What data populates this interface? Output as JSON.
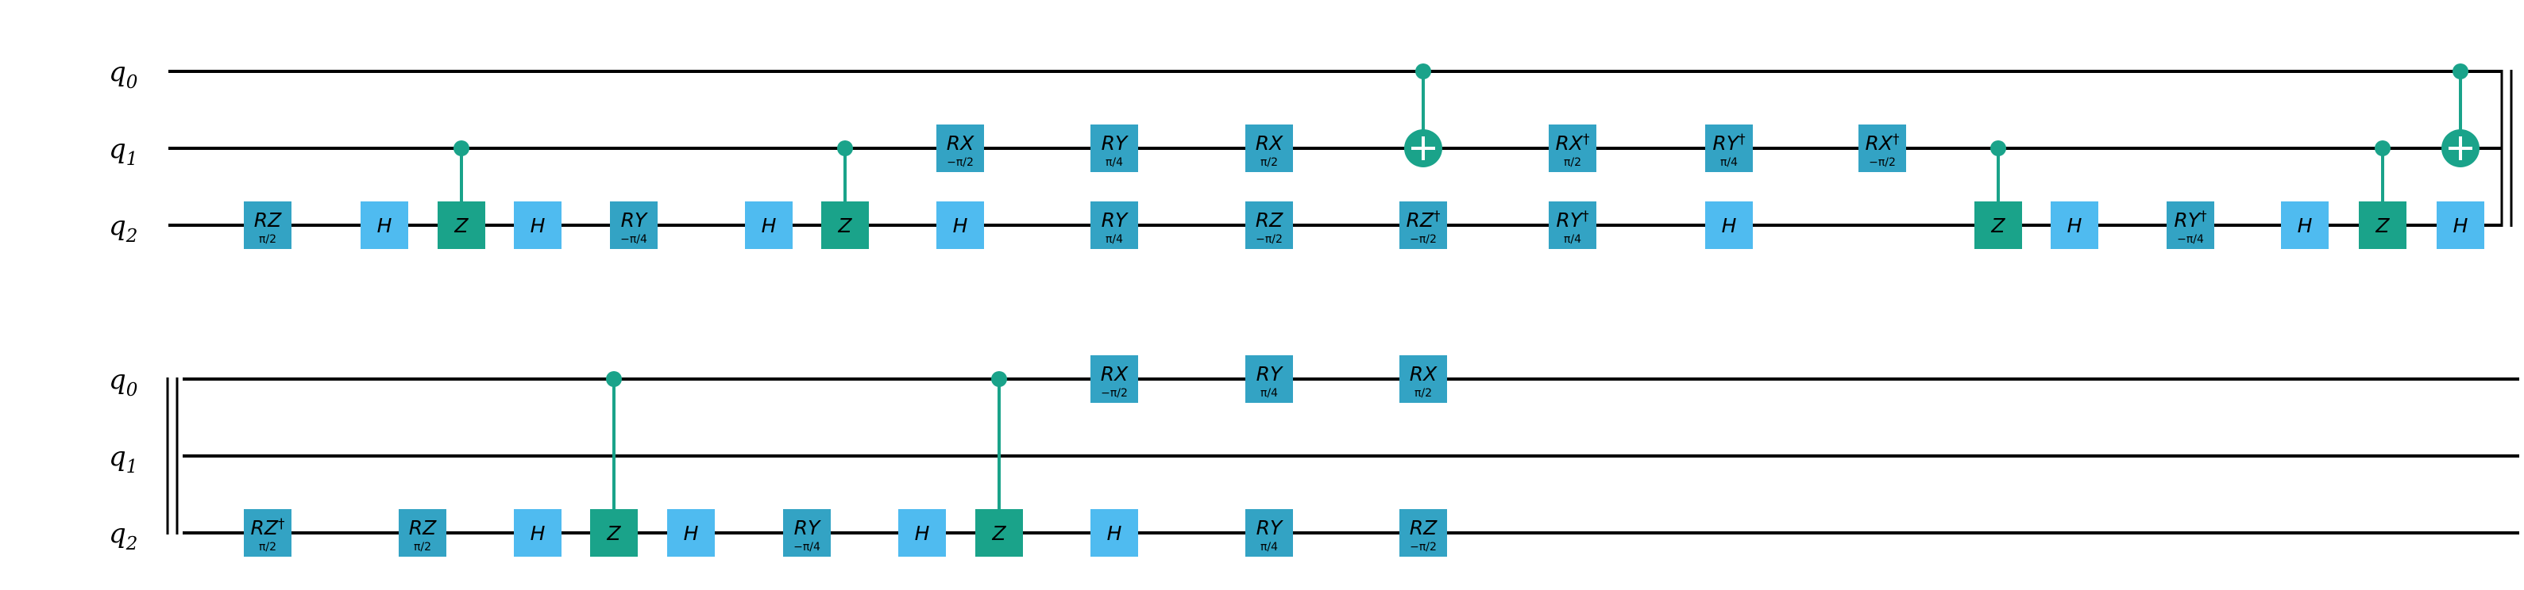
{
  "colors": {
    "rot": "#33a3c4",
    "h": "#4fbbf0",
    "ctrl": "#1aa38a",
    "wire": "#000000"
  },
  "qubits": [
    "q0",
    "q1",
    "q2"
  ],
  "rows": [
    {
      "gates": [
        {
          "type": "rot",
          "name": "RZ",
          "param": "π/2",
          "qubit": 2,
          "col": 0
        },
        {
          "type": "h",
          "name": "H",
          "qubit": 2,
          "col": 1
        },
        {
          "type": "cz",
          "name": "Z",
          "control": 1,
          "target": 2,
          "col": 2
        },
        {
          "type": "h",
          "name": "H",
          "qubit": 2,
          "col": 3
        },
        {
          "type": "rot",
          "name": "RY",
          "param": "−π/4",
          "qubit": 2,
          "col": 4
        },
        {
          "type": "h",
          "name": "H",
          "qubit": 2,
          "col": 5
        },
        {
          "type": "cz",
          "name": "Z",
          "control": 1,
          "target": 2,
          "col": 6
        },
        {
          "type": "rot",
          "name": "RX",
          "param": "−π/2",
          "qubit": 1,
          "col": 7
        },
        {
          "type": "h",
          "name": "H",
          "qubit": 2,
          "col": 7
        },
        {
          "type": "rot",
          "name": "RY",
          "param": "π/4",
          "qubit": 1,
          "col": 8
        },
        {
          "type": "rot",
          "name": "RY",
          "param": "π/4",
          "qubit": 2,
          "col": 8
        },
        {
          "type": "rot",
          "name": "RX",
          "param": "π/2",
          "qubit": 1,
          "col": 9
        },
        {
          "type": "rot",
          "name": "RZ",
          "param": "−π/2",
          "qubit": 2,
          "col": 9
        },
        {
          "type": "cx",
          "control": 0,
          "target": 1,
          "col": 10
        },
        {
          "type": "rot",
          "name": "RZ",
          "dagger": "†",
          "param": "−π/2",
          "qubit": 2,
          "col": 10
        },
        {
          "type": "rot",
          "name": "RX",
          "dagger": "†",
          "param": "π/2",
          "qubit": 1,
          "col": 11
        },
        {
          "type": "rot",
          "name": "RY",
          "dagger": "†",
          "param": "π/4",
          "qubit": 2,
          "col": 11
        },
        {
          "type": "rot",
          "name": "RY",
          "dagger": "†",
          "param": "π/4",
          "qubit": 1,
          "col": 12
        },
        {
          "type": "h",
          "name": "H",
          "qubit": 2,
          "col": 12
        },
        {
          "type": "rot",
          "name": "RX",
          "dagger": "†",
          "param": "−π/2",
          "qubit": 1,
          "col": 13
        },
        {
          "type": "cz",
          "name": "Z",
          "control": 1,
          "target": 2,
          "col": 14
        },
        {
          "type": "h",
          "name": "H",
          "qubit": 2,
          "col": 15
        },
        {
          "type": "rot",
          "name": "RY",
          "dagger": "†",
          "param": "−π/4",
          "qubit": 2,
          "col": 16
        },
        {
          "type": "h",
          "name": "H",
          "qubit": 2,
          "col": 17
        },
        {
          "type": "cz",
          "name": "Z",
          "control": 1,
          "target": 2,
          "col": 18
        },
        {
          "type": "cx",
          "control": 0,
          "target": 1,
          "col": 19
        },
        {
          "type": "h",
          "name": "H",
          "qubit": 2,
          "col": 19
        }
      ]
    },
    {
      "gates": [
        {
          "type": "rot",
          "name": "RZ",
          "dagger": "†",
          "param": "π/2",
          "qubit": 2,
          "col": 0
        },
        {
          "type": "rot",
          "name": "RZ",
          "param": "π/2",
          "qubit": 2,
          "col": 1
        },
        {
          "type": "h",
          "name": "H",
          "qubit": 2,
          "col": 2
        },
        {
          "type": "cz",
          "name": "Z",
          "control": 0,
          "target": 2,
          "col": 3
        },
        {
          "type": "h",
          "name": "H",
          "qubit": 2,
          "col": 4
        },
        {
          "type": "rot",
          "name": "RY",
          "param": "−π/4",
          "qubit": 2,
          "col": 5
        },
        {
          "type": "h",
          "name": "H",
          "qubit": 2,
          "col": 6
        },
        {
          "type": "cz",
          "name": "Z",
          "control": 0,
          "target": 2,
          "col": 7
        },
        {
          "type": "rot",
          "name": "RX",
          "param": "−π/2",
          "qubit": 0,
          "col": 8
        },
        {
          "type": "h",
          "name": "H",
          "qubit": 2,
          "col": 8
        },
        {
          "type": "rot",
          "name": "RY",
          "param": "π/4",
          "qubit": 0,
          "col": 9
        },
        {
          "type": "rot",
          "name": "RY",
          "param": "π/4",
          "qubit": 2,
          "col": 9
        },
        {
          "type": "rot",
          "name": "RX",
          "param": "π/2",
          "qubit": 0,
          "col": 10
        },
        {
          "type": "rot",
          "name": "RZ",
          "param": "−π/2",
          "qubit": 2,
          "col": 10
        }
      ]
    }
  ]
}
